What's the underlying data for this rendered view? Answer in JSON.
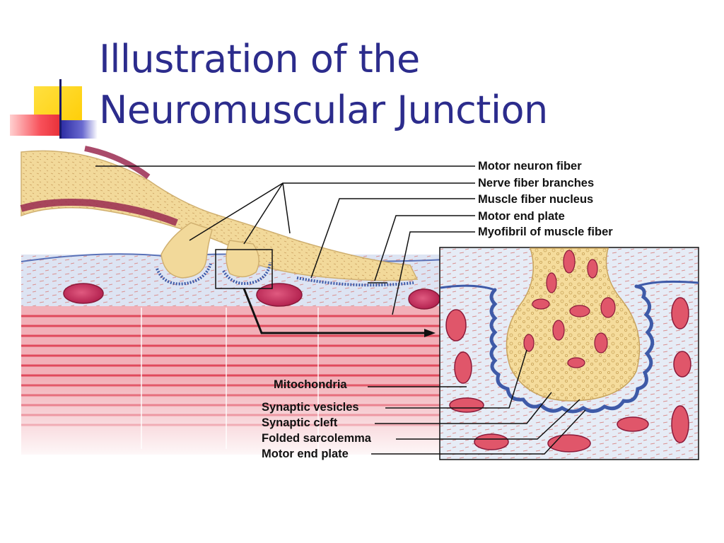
{
  "slide": {
    "title_line1": "Illustration of the",
    "title_line2": "Neuromuscular Junction"
  },
  "diagram": {
    "labels_top_right": [
      "Motor neuron fiber",
      "Nerve fiber branches",
      "Muscle fiber nucleus",
      "Motor end plate",
      "Myofibril of muscle fiber"
    ],
    "labels_bottom_left": [
      "Mitochondria",
      "Synaptic vesicles",
      "Synaptic cleft",
      "Folded sarcolemma",
      "Motor end plate"
    ]
  },
  "colors": {
    "title": "#2c2c8c",
    "deco_yellow": "#ffd700",
    "deco_red": "#f0303a",
    "deco_blue": "#2a2aa8",
    "neuron": "#f2d99a",
    "muscle_stripes": "#e35a6a",
    "nucleus": "#c8285a",
    "sarcolemma": "#3e5aa8"
  }
}
